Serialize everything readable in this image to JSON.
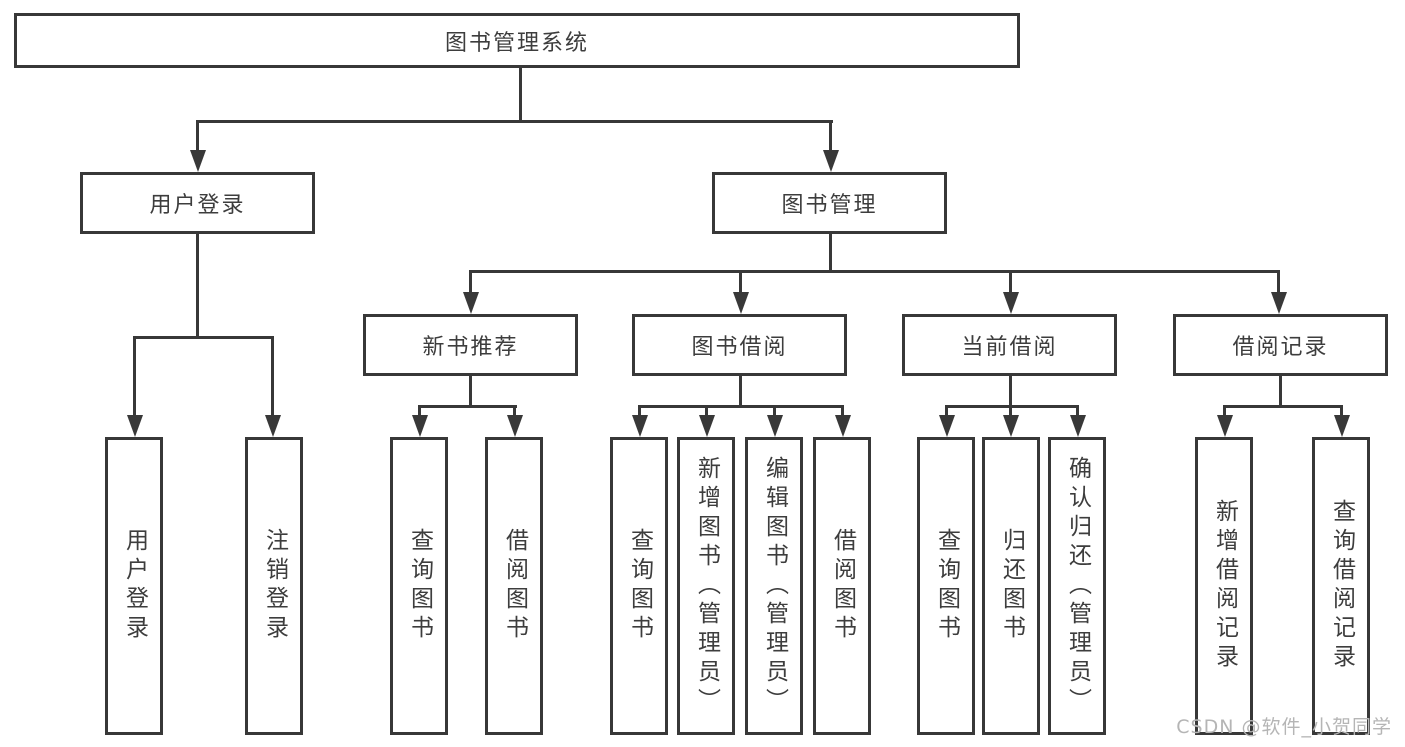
{
  "tree": {
    "root": "图书管理系统",
    "branches": [
      {
        "label": "用户登录",
        "children": [
          "用户登录",
          "注销登录"
        ]
      },
      {
        "label": "图书管理",
        "groups": [
          {
            "label": "新书推荐",
            "children": [
              "查询图书",
              "借阅图书"
            ]
          },
          {
            "label": "图书借阅",
            "children": [
              "查询图书",
              "新增图书（管理员）",
              "编辑图书（管理员）",
              "借阅图书"
            ]
          },
          {
            "label": "当前借阅",
            "children": [
              "查询图书",
              "归还图书",
              "确认归还（管理员）"
            ]
          },
          {
            "label": "借阅记录",
            "children": [
              "新增借阅记录",
              "查询借阅记录"
            ]
          }
        ]
      }
    ]
  },
  "watermark": "CSDN @软件_小贺同学",
  "colors": {
    "line": "#383838",
    "text": "#3d3d3d",
    "watermark": "#b5b5b5",
    "background": "#ffffff"
  }
}
